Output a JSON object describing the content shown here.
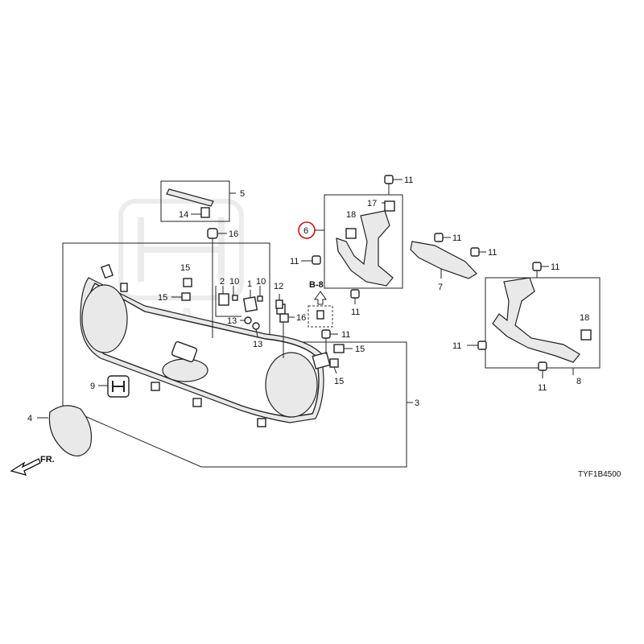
{
  "diagram_code": "TYF1B4500",
  "front_arrow_label": "FR.",
  "ref_label": "B-8",
  "highlight_color": "#cc1111",
  "watermark_text": "HONDA",
  "part_labels": {
    "p1": "1",
    "p2": "2",
    "p3": "3",
    "p4": "4",
    "p5": "5",
    "p6": "6",
    "p7": "7",
    "p8": "8",
    "p9": "9",
    "p10a": "10",
    "p10b": "10",
    "p11a": "11",
    "p11b": "11",
    "p11c": "11",
    "p11d": "11",
    "p11e": "11",
    "p11f": "11",
    "p11g": "11",
    "p11h": "11",
    "p11i": "11",
    "p12": "12",
    "p13a": "13",
    "p13b": "13",
    "p14": "14",
    "p15a": "15",
    "p15b": "15",
    "p15c": "15",
    "p15d": "15",
    "p16a": "16",
    "p16b": "16",
    "p17": "17",
    "p18a": "18",
    "p18b": "18"
  }
}
